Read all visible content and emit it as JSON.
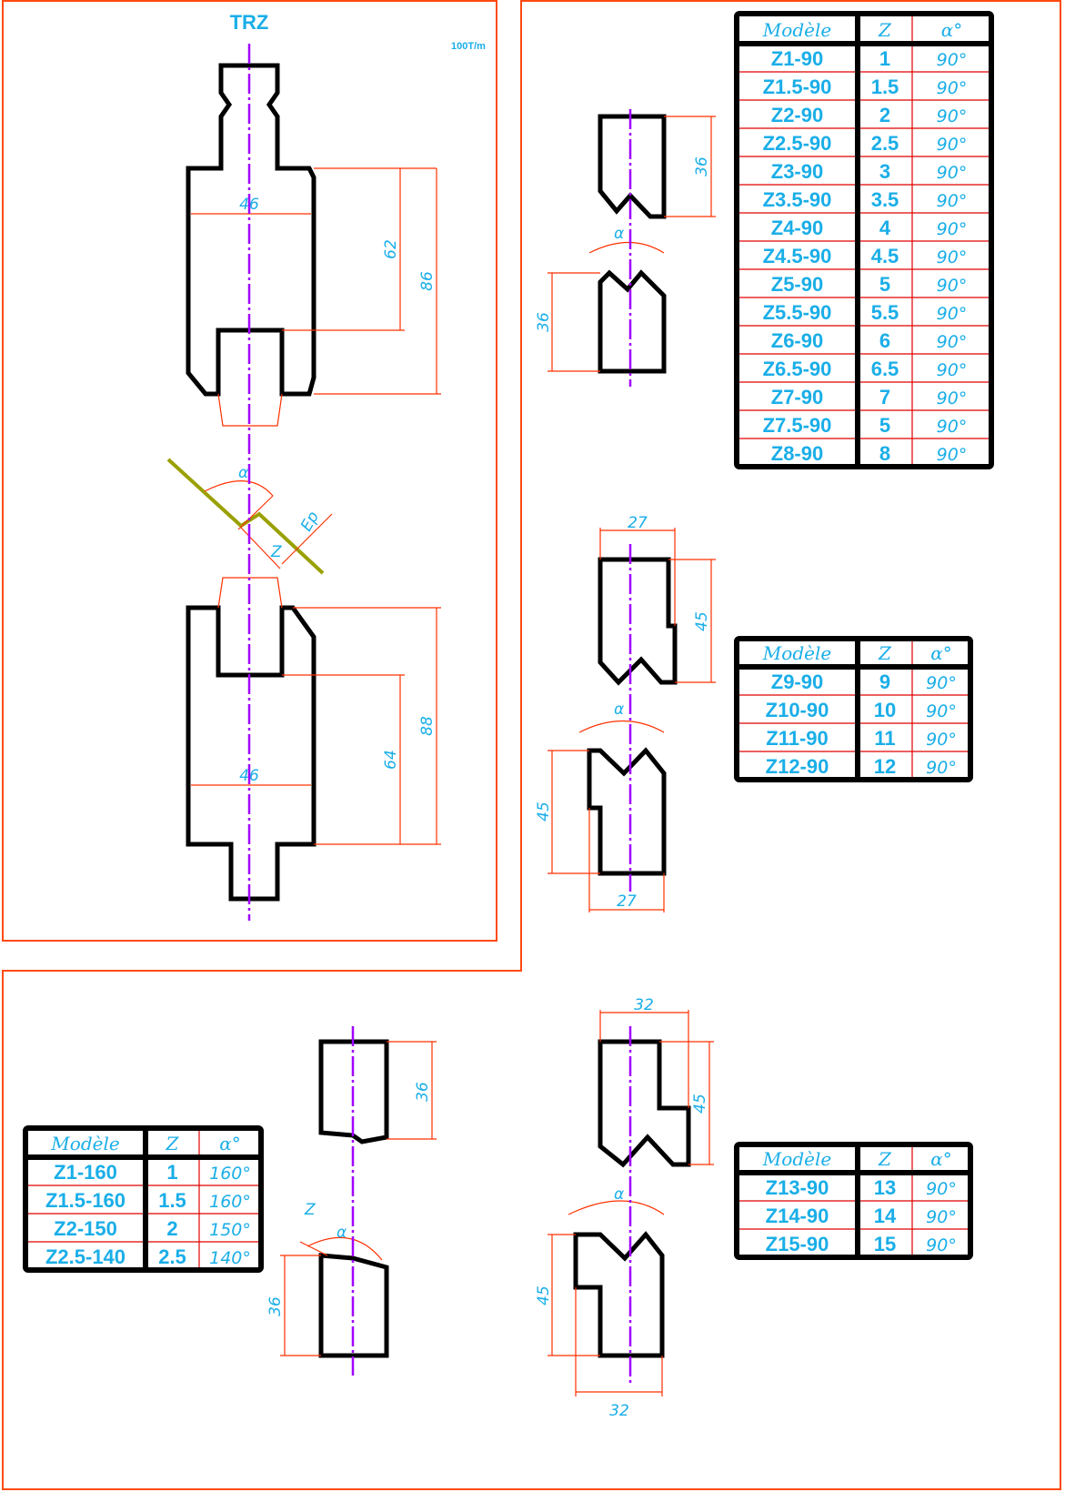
{
  "title": "TRZ",
  "capacity": "100T/m",
  "dims": {
    "w46": "46",
    "h62": "62",
    "h86": "86",
    "w46b": "46",
    "h64": "64",
    "h88": "88",
    "alpha": "α",
    "z": "Z",
    "ep": "Ep",
    "p1": "36",
    "d1": "36",
    "p2w": "27",
    "p2h": "45",
    "d2h": "45",
    "d2w": "27",
    "p3w": "32",
    "p3h": "45",
    "d3h": "45",
    "d3w": "32",
    "p4": "36",
    "d4": "36"
  },
  "headers": {
    "model": "Modèle",
    "z": "Z",
    "alpha": "α°"
  },
  "tables": [
    {
      "rows": [
        [
          "Z1-90",
          "1",
          "90°"
        ],
        [
          "Z1.5-90",
          "1.5",
          "90°"
        ],
        [
          "Z2-90",
          "2",
          "90°"
        ],
        [
          "Z2.5-90",
          "2.5",
          "90°"
        ],
        [
          "Z3-90",
          "3",
          "90°"
        ],
        [
          "Z3.5-90",
          "3.5",
          "90°"
        ],
        [
          "Z4-90",
          "4",
          "90°"
        ],
        [
          "Z4.5-90",
          "4.5",
          "90°"
        ],
        [
          "Z5-90",
          "5",
          "90°"
        ],
        [
          "Z5.5-90",
          "5.5",
          "90°"
        ],
        [
          "Z6-90",
          "6",
          "90°"
        ],
        [
          "Z6.5-90",
          "6.5",
          "90°"
        ],
        [
          "Z7-90",
          "7",
          "90°"
        ],
        [
          "Z7.5-90",
          "5",
          "90°"
        ],
        [
          "Z8-90",
          "8",
          "90°"
        ]
      ]
    },
    {
      "rows": [
        [
          "Z9-90",
          "9",
          "90°"
        ],
        [
          "Z10-90",
          "10",
          "90°"
        ],
        [
          "Z11-90",
          "11",
          "90°"
        ],
        [
          "Z12-90",
          "12",
          "90°"
        ]
      ]
    },
    {
      "rows": [
        [
          "Z13-90",
          "13",
          "90°"
        ],
        [
          "Z14-90",
          "14",
          "90°"
        ],
        [
          "Z15-90",
          "15",
          "90°"
        ]
      ]
    },
    {
      "rows": [
        [
          "Z1-160",
          "1",
          "160°"
        ],
        [
          "Z1.5-160",
          "1.5",
          "160°"
        ],
        [
          "Z2-150",
          "2",
          "150°"
        ],
        [
          "Z2.5-140",
          "2.5",
          "140°"
        ]
      ]
    }
  ]
}
